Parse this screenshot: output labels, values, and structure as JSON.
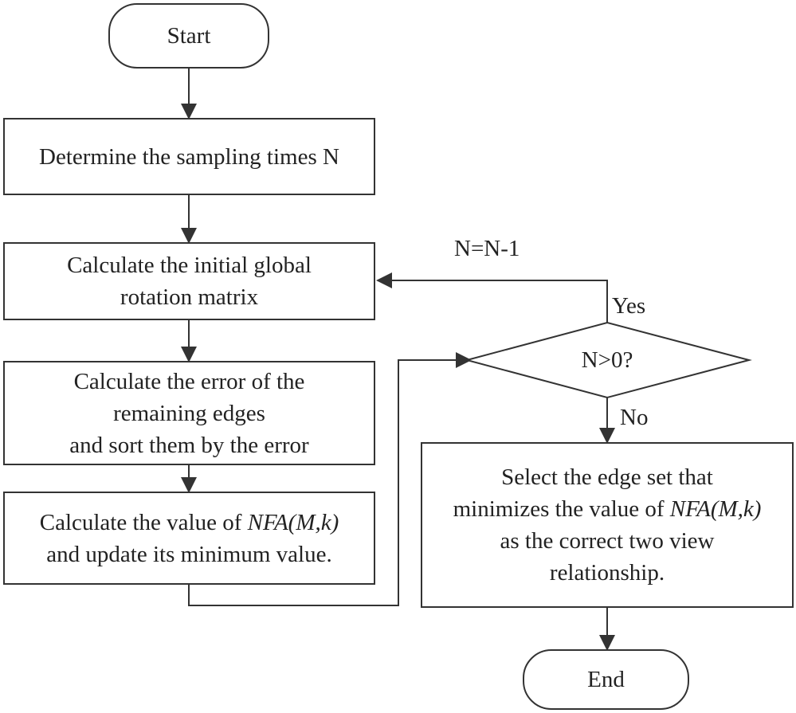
{
  "nodes": {
    "start": "Start",
    "step1": "Determine the sampling times N",
    "step2": [
      "Calculate the initial global",
      "rotation matrix"
    ],
    "step3": [
      "Calculate the error of the",
      "remaining edges",
      "and sort them by the error"
    ],
    "step4": {
      "line1_prefix": "Calculate the value of ",
      "line1_math": "NFA(M,k)",
      "line2": "and update its minimum value."
    },
    "decision": "N>0?",
    "result": {
      "line1": "Select the edge set that",
      "line2_prefix": "minimizes the value of ",
      "line2_math": "NFA(M,k)",
      "line3": "as the correct two view",
      "line4": "relationship."
    },
    "end": "End"
  },
  "edge_labels": {
    "loop_update": "N=N-1",
    "yes": "Yes",
    "no": "No"
  },
  "colors": {
    "stroke": "#333333",
    "text": "#222222",
    "background": "#ffffff"
  }
}
